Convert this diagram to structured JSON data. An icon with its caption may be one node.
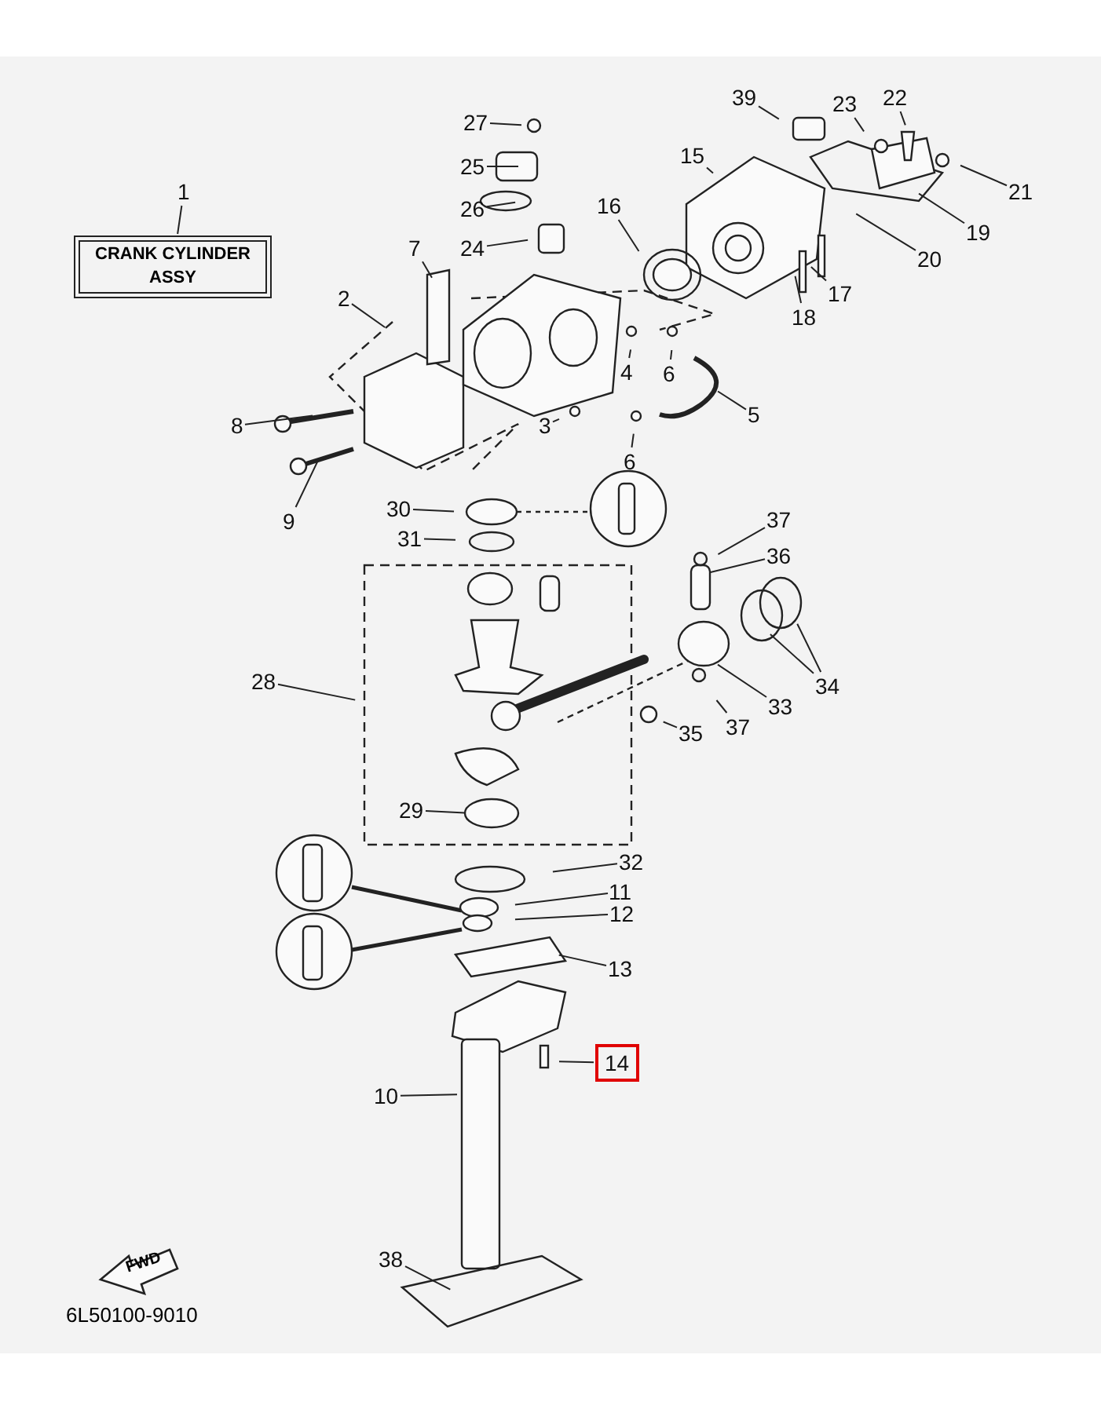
{
  "diagram": {
    "nodes": [
      {
        "text": [
          "1"
        ]
      },
      {
        "text": [
          "CRANK CYLINDER ASSY"
        ]
      },
      {
        "text": [
          "27"
        ]
      },
      {
        "text": [
          "25"
        ]
      },
      {
        "text": [
          "26"
        ]
      },
      {
        "text": [
          "24"
        ]
      },
      {
        "text": [
          "16"
        ]
      },
      {
        "text": [
          "7"
        ]
      },
      {
        "text": [
          "2"
        ]
      },
      {
        "text": [
          "39"
        ]
      },
      {
        "text": [
          "22"
        ]
      },
      {
        "text": [
          "23"
        ]
      },
      {
        "text": [
          "15"
        ]
      },
      {
        "text": [
          "21"
        ]
      },
      {
        "text": [
          "19"
        ]
      },
      {
        "text": [
          "20"
        ]
      },
      {
        "text": [
          "17"
        ]
      },
      {
        "text": [
          "18"
        ]
      },
      {
        "text": [
          "4"
        ]
      },
      {
        "text": [
          "6"
        ]
      },
      {
        "text": [
          "5"
        ]
      },
      {
        "text": [
          "3"
        ]
      },
      {
        "text": [
          "6"
        ]
      },
      {
        "text": [
          "8"
        ]
      },
      {
        "text": [
          "9"
        ]
      },
      {
        "text": [
          "30"
        ]
      },
      {
        "text": [
          "31"
        ]
      },
      {
        "text": [
          "37"
        ]
      },
      {
        "text": [
          "36"
        ]
      },
      {
        "text": [
          "28"
        ]
      },
      {
        "text": [
          "34"
        ]
      },
      {
        "text": [
          "33"
        ]
      },
      {
        "text": [
          "37"
        ]
      },
      {
        "text": [
          "35"
        ]
      },
      {
        "text": [
          "29"
        ]
      },
      {
        "text": [
          "32"
        ]
      },
      {
        "text": [
          "11"
        ]
      },
      {
        "text": [
          "12"
        ]
      },
      {
        "text": [
          "13"
        ]
      },
      {
        "text": [
          "14"
        ]
      },
      {
        "text": [
          "10"
        ]
      },
      {
        "text": [
          "38"
        ]
      }
    ],
    "edges": [
      {
        "from": 0,
        "to": 1,
        "arrow": "none"
      },
      {
        "from": 2,
        "to": null,
        "arrow": "none"
      },
      {
        "from": 3,
        "to": null,
        "arrow": "none"
      },
      {
        "from": 4,
        "to": null,
        "arrow": "none"
      },
      {
        "from": 5,
        "to": null,
        "arrow": "none"
      },
      {
        "from": 6,
        "to": null,
        "arrow": "none"
      },
      {
        "from": 7,
        "to": null,
        "arrow": "none"
      },
      {
        "from": 8,
        "to": null,
        "arrow": "none"
      },
      {
        "from": 9,
        "to": null,
        "arrow": "none"
      },
      {
        "from": 10,
        "to": null,
        "arrow": "none"
      },
      {
        "from": 11,
        "to": null,
        "arrow": "none"
      },
      {
        "from": 12,
        "to": null,
        "arrow": "none"
      },
      {
        "from": 13,
        "to": null,
        "arrow": "none"
      },
      {
        "from": 14,
        "to": null,
        "arrow": "none"
      },
      {
        "from": 15,
        "to": null,
        "arrow": "none"
      },
      {
        "from": 16,
        "to": null,
        "arrow": "none"
      },
      {
        "from": 17,
        "to": null,
        "arrow": "none"
      },
      {
        "from": 18,
        "to": null,
        "arrow": "none"
      },
      {
        "from": 19,
        "to": null,
        "arrow": "none"
      },
      {
        "from": 20,
        "to": null,
        "arrow": "none"
      },
      {
        "from": 21,
        "to": null,
        "arrow": "none"
      },
      {
        "from": 22,
        "to": null,
        "arrow": "none"
      },
      {
        "from": 23,
        "to": null,
        "arrow": "none"
      },
      {
        "from": 24,
        "to": null,
        "arrow": "none"
      },
      {
        "from": 25,
        "to": null,
        "arrow": "none"
      },
      {
        "from": 26,
        "to": null,
        "arrow": "none"
      },
      {
        "from": 27,
        "to": null,
        "arrow": "none"
      },
      {
        "from": 28,
        "to": null,
        "arrow": "none"
      },
      {
        "from": 29,
        "to": null,
        "arrow": "none"
      },
      {
        "from": 30,
        "to": null,
        "arrow": "none"
      },
      {
        "from": 30,
        "to": null,
        "arrow": "none"
      },
      {
        "from": 31,
        "to": null,
        "arrow": "none"
      },
      {
        "from": 32,
        "to": null,
        "arrow": "none"
      },
      {
        "from": 33,
        "to": null,
        "arrow": "none"
      },
      {
        "from": 34,
        "to": null,
        "arrow": "none"
      },
      {
        "from": 35,
        "to": null,
        "arrow": "none"
      },
      {
        "from": 36,
        "to": null,
        "arrow": "none"
      },
      {
        "from": 37,
        "to": null,
        "arrow": "none"
      },
      {
        "from": 38,
        "to": null,
        "arrow": "none"
      },
      {
        "from": 39,
        "to": null,
        "arrow": "none"
      },
      {
        "from": 40,
        "to": null,
        "arrow": "none"
      },
      {
        "from": 41,
        "to": null,
        "arrow": "none"
      }
    ],
    "labels": [
      "FWD",
      "6L50100-9010"
    ]
  }
}
